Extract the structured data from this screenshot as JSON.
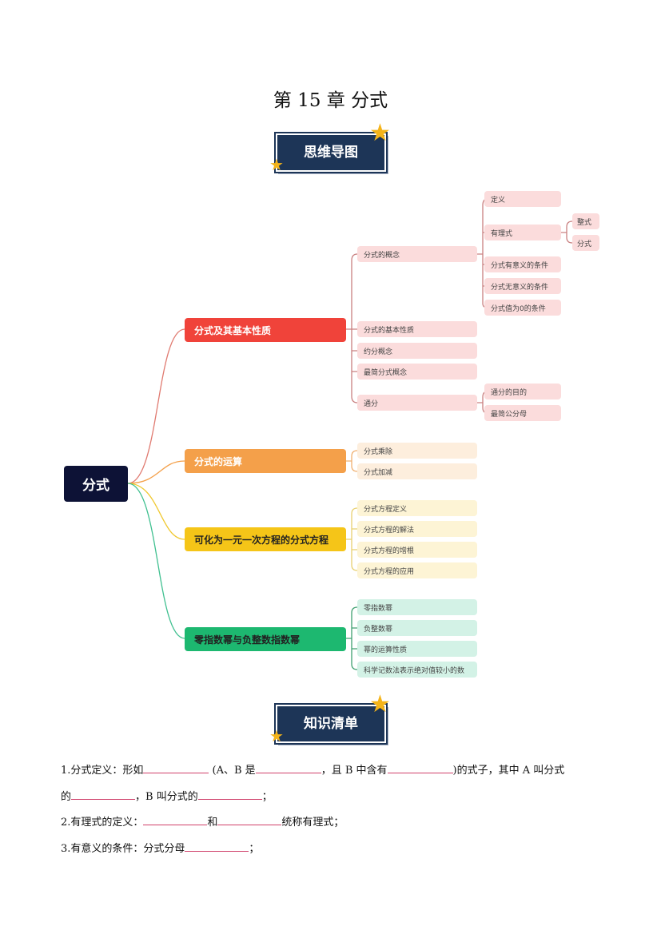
{
  "title": "第 15 章  分式",
  "section_mindmap": "思维导图",
  "section_knowledge": "知识清单",
  "mindmap": {
    "root": "分式",
    "branches": [
      {
        "label": "分式及其基本性质",
        "color": "#f0433a",
        "children": [
          "分式的概念",
          "分式的基本性质",
          "约分概念",
          "最简分式概念",
          "通分"
        ]
      },
      {
        "label": "分式的运算",
        "color": "#f4a04a",
        "children": [
          "分式乘除",
          "分式加减"
        ]
      },
      {
        "label": "可化为一元一次方程的分式方程",
        "color": "#f5c518",
        "children": [
          "分式方程定义",
          "分式方程的解法",
          "分式方程的增根",
          "分式方程的应用"
        ]
      },
      {
        "label": "零指数幂与负整数指数幂",
        "color": "#1db870",
        "children": [
          "零指数幂",
          "负整数幂",
          "幂的运算性质",
          "科学记数法表示绝对值较小的数"
        ]
      }
    ],
    "concept_children": [
      "定义",
      "有理式",
      "分式有意义的条件",
      "分式无意义的条件",
      "分式值为0的条件"
    ],
    "rational_children": [
      "整式",
      "分式"
    ],
    "tongfen_children": [
      "通分的目的",
      "最简公分母"
    ]
  },
  "knowledge": {
    "l1a": "1.分式定义：形如",
    "l1b": " (A、B 是",
    "l1c": "，且 B 中含有",
    "l1d": ")的式子，其中 A 叫分式",
    "l2a": "的",
    "l2b": "，B 叫分式的",
    "l2c": "；",
    "l3a": "2.有理式的定义：",
    "l3b": "和",
    "l3c": "统称有理式；",
    "l4a": "3.有意义的条件：分式分母",
    "l4b": "；"
  }
}
